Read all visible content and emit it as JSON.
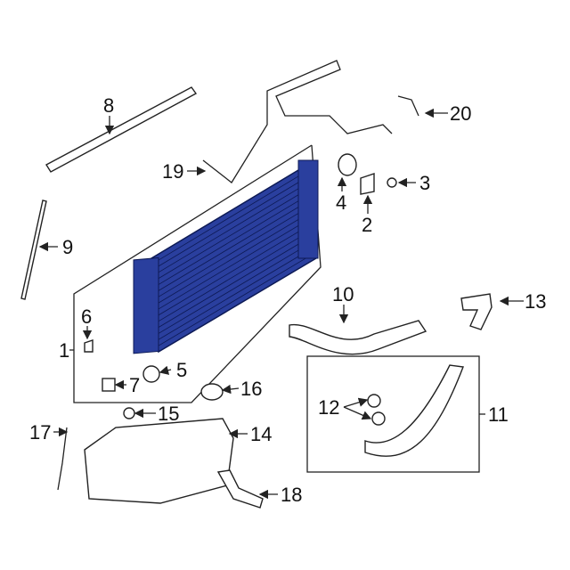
{
  "diagram": {
    "highlight_color": "#2a3f9e",
    "callouts": [
      {
        "id": "1",
        "label": "1"
      },
      {
        "id": "2",
        "label": "2"
      },
      {
        "id": "3",
        "label": "3"
      },
      {
        "id": "4",
        "label": "4"
      },
      {
        "id": "5",
        "label": "5"
      },
      {
        "id": "6",
        "label": "6"
      },
      {
        "id": "7",
        "label": "7"
      },
      {
        "id": "8",
        "label": "8"
      },
      {
        "id": "9",
        "label": "9"
      },
      {
        "id": "10",
        "label": "10"
      },
      {
        "id": "11",
        "label": "11"
      },
      {
        "id": "12",
        "label": "12"
      },
      {
        "id": "13",
        "label": "13"
      },
      {
        "id": "14",
        "label": "14"
      },
      {
        "id": "15",
        "label": "15"
      },
      {
        "id": "16",
        "label": "16"
      },
      {
        "id": "17",
        "label": "17"
      },
      {
        "id": "18",
        "label": "18"
      },
      {
        "id": "19",
        "label": "19"
      },
      {
        "id": "20",
        "label": "20"
      }
    ]
  }
}
